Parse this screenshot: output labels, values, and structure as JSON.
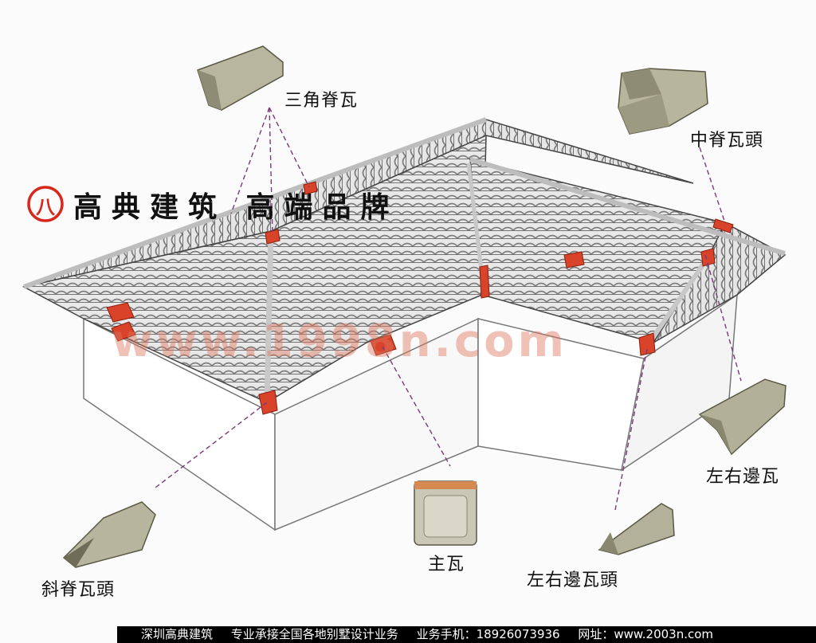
{
  "brand": {
    "logo_glyph": "八",
    "text": "高典建筑 高端品牌",
    "color": "#d6281c"
  },
  "watermark": {
    "text": "www.1998n.com"
  },
  "labels": {
    "triangular_ridge_tile": "三角脊瓦",
    "middle_ridge_tile_head": "中脊瓦頭",
    "left_right_edge_tile": "左右邊瓦",
    "main_tile": "主瓦",
    "left_right_edge_tile_head": "左右邊瓦頭",
    "hip_ridge_tile_head": "斜脊瓦頭"
  },
  "footer": {
    "company": "深圳高典建筑",
    "service": "专业承接全国各地别墅设计业务",
    "phone": "业务手机：18926073936",
    "website": "网址：www.2003n.com"
  },
  "colors": {
    "accent_tile": "#d8432a",
    "roof": "#8a8a8a",
    "tile_sample": "#b8b59e",
    "leader_line": "#7a3a7a"
  }
}
